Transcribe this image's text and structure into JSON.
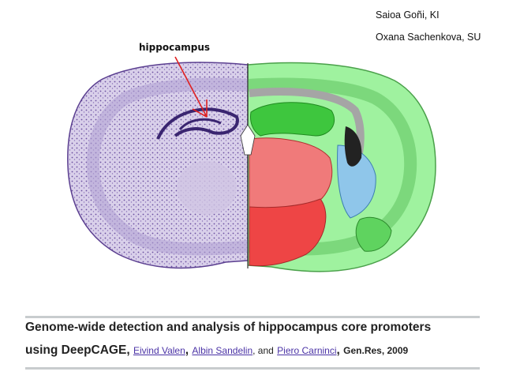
{
  "credits": {
    "line1": "Saioa Goñi, KI",
    "line2": "Oxana Sachenkova, SU"
  },
  "annotation": {
    "label": "hippocampus"
  },
  "citation": {
    "title_line1": "Genome-wide detection and analysis of hippocampus core promoters",
    "title_line2_start": "using DeepCAGE,",
    "authors": [
      "Eivind Valen",
      "Albin Sandelin",
      "Piero Carninci"
    ],
    "sep1": ",",
    "sep2": ", and",
    "sep3": ",",
    "journal": "Gen.Res, 2009"
  },
  "colors": {
    "nissl_stain": "#6b4fa0",
    "atlas_green": "#7ee07e",
    "atlas_red": "#f05a5a",
    "atlas_blue": "#8fc6ea",
    "link": "#4b33a6",
    "rule": "#c8ccce"
  }
}
